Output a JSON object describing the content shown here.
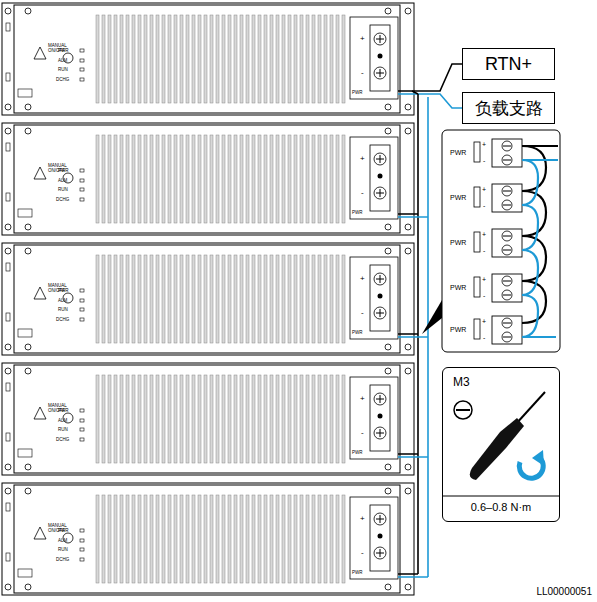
{
  "diagram": {
    "nodes": [
      {
        "text": [
          "RTN+"
        ]
      },
      {
        "text": [
          "负载支路"
        ]
      },
      {
        "text": [
          "M3",
          "0.6–0.8 N·m"
        ]
      }
    ],
    "labels": [
      "MANUAL ON/OFF",
      "PWR",
      "ALM",
      "RUN",
      "DCHG",
      "+",
      "-",
      "PWR",
      "MANUAL ON/OFF",
      "PWR",
      "ALM",
      "RUN",
      "DCHG",
      "+",
      "-",
      "PWR",
      "MANUAL ON/OFF",
      "PWR",
      "ALM",
      "RUN",
      "DCHG",
      "+",
      "-",
      "PWR",
      "MANUAL ON/OFF",
      "PWR",
      "ALM",
      "RUN",
      "DCHG",
      "+",
      "-",
      "PWR",
      "MANUAL ON/OFF",
      "PWR",
      "ALM",
      "RUN",
      "DCHG",
      "+",
      "-",
      "PWR",
      "PWR",
      "+",
      "-",
      "PWR",
      "+",
      "-",
      "PWR",
      "+",
      "-",
      "PWR",
      "+",
      "-",
      "PWR",
      "+",
      "-",
      "LL00000051"
    ]
  }
}
